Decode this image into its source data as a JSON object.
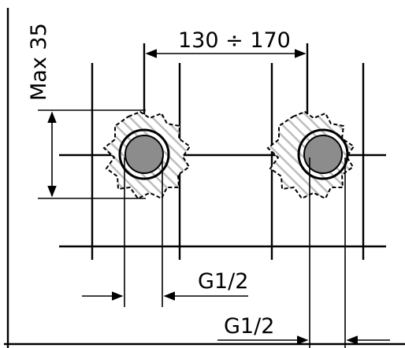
{
  "dimensions": {
    "spacing_label": "130 ÷ 170",
    "depth_label": "Max 35",
    "thread_left_label": "G1/2",
    "thread_right_label": "G1/2"
  },
  "colors": {
    "pipe_fill": "#8c8c8c",
    "hatch": "#bdbdbd",
    "line": "#000000"
  }
}
